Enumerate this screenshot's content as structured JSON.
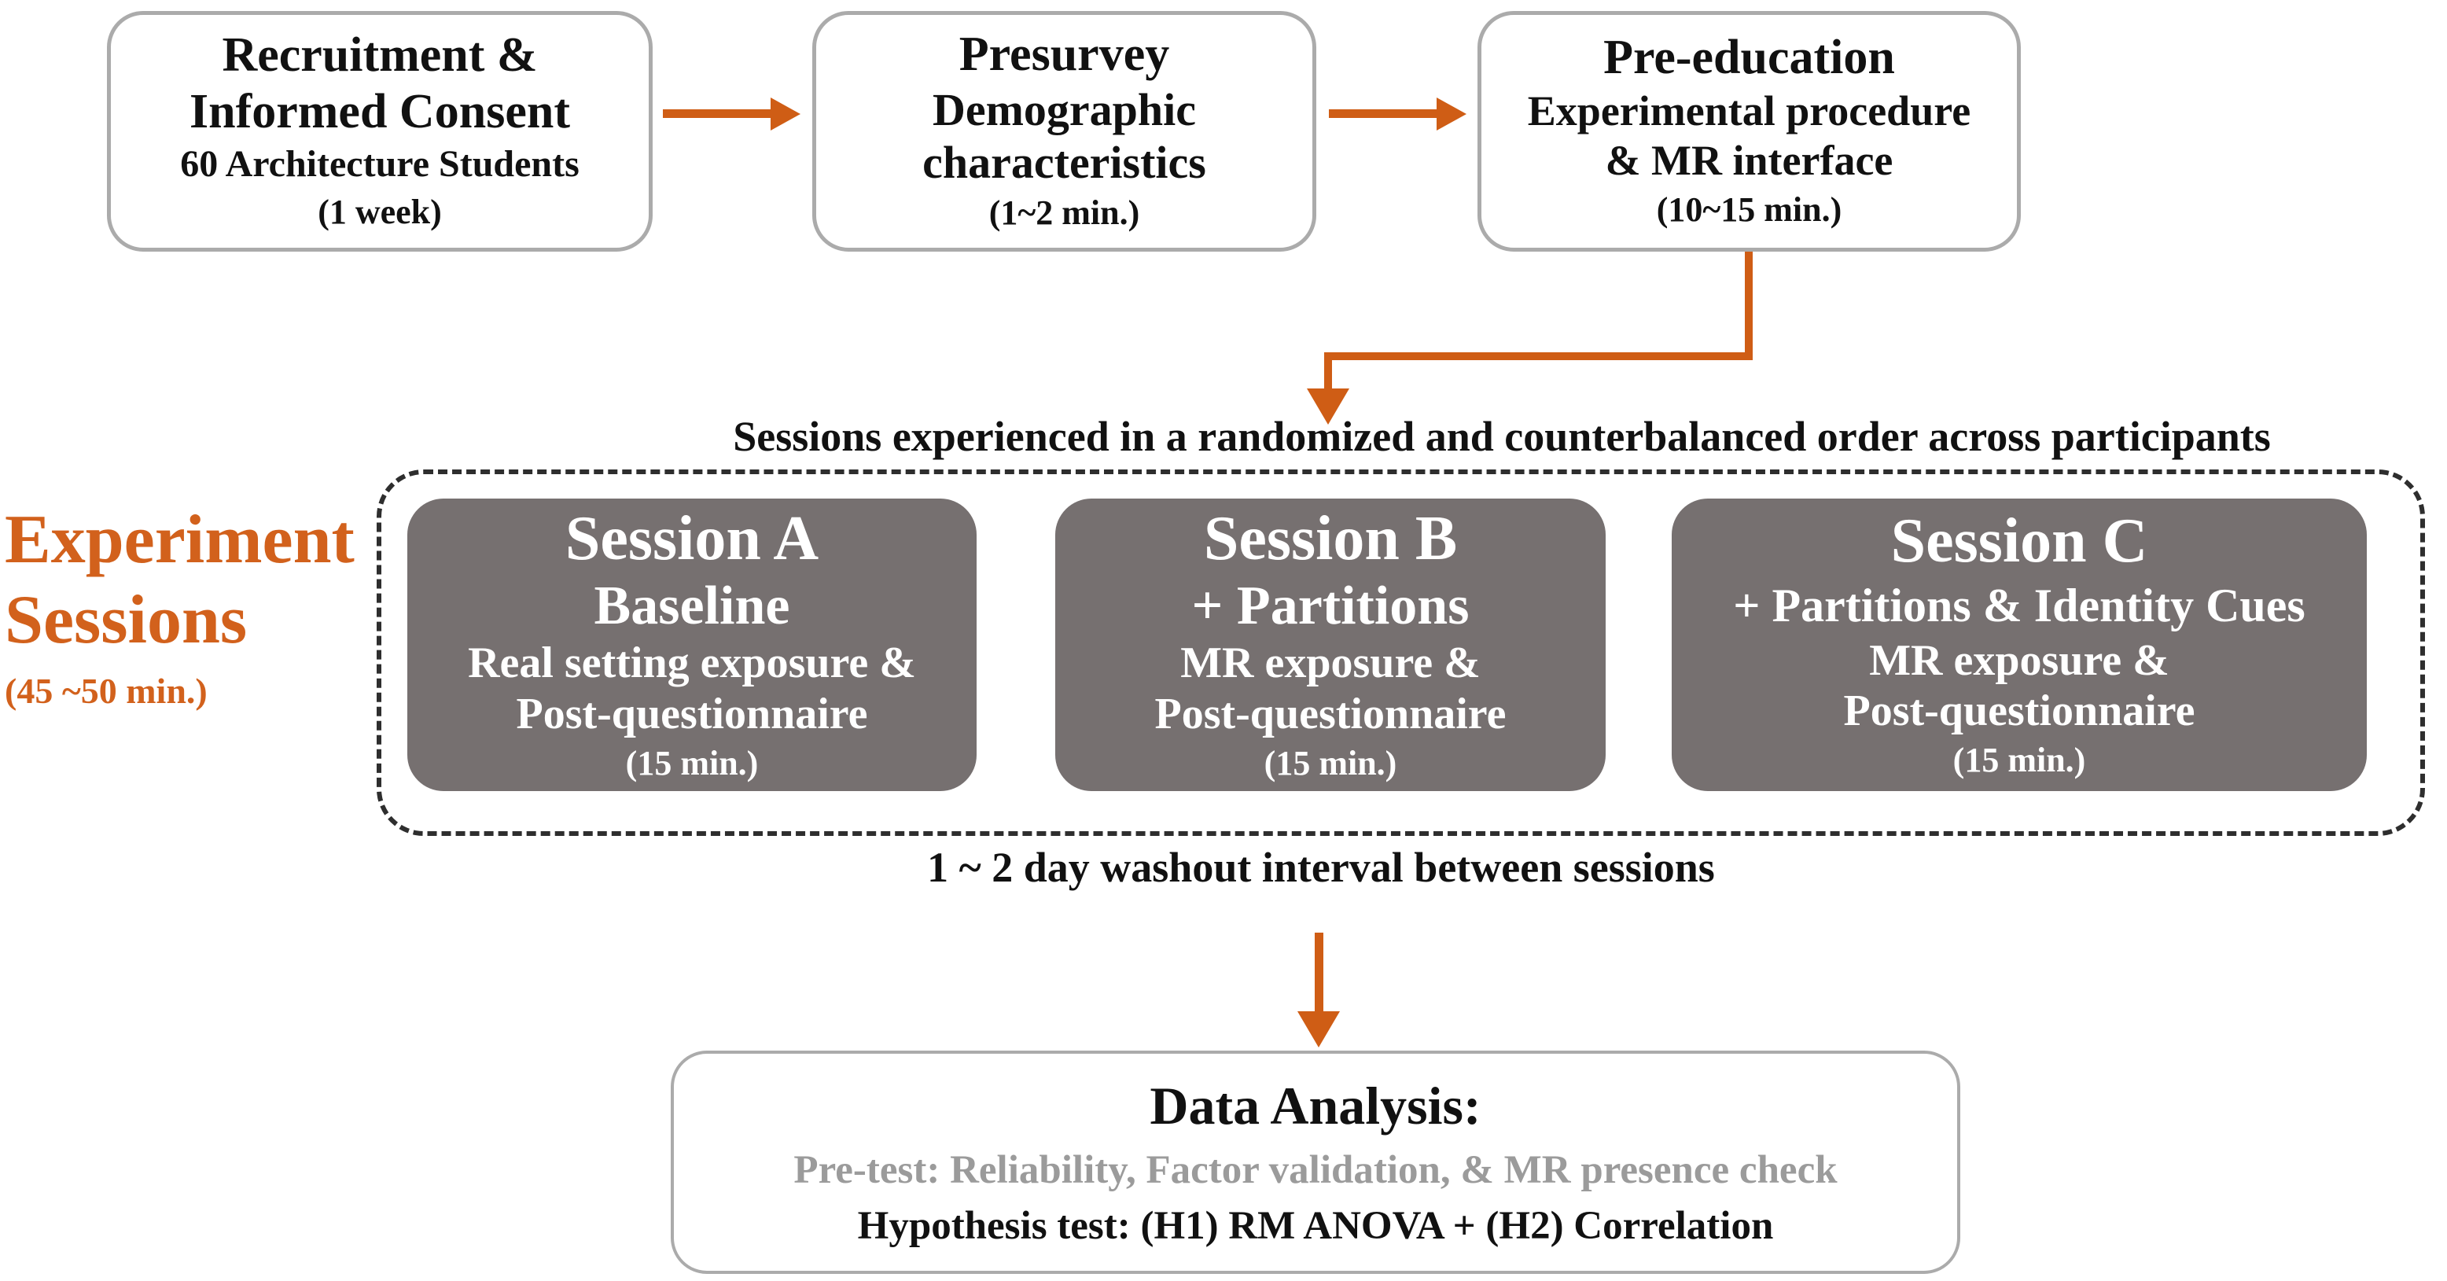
{
  "colors": {
    "accent_orange": "#cf5d15",
    "label_orange": "#d2611c",
    "session_box_bg": "#767070",
    "box_border_gray": "#ababab",
    "dashed_border": "#2e2e2e",
    "pretest_text_gray": "#9b9b9b",
    "text_black": "#111111"
  },
  "top_row": {
    "boxes": [
      {
        "title_lines": [
          "Recruitment &",
          "Informed Consent"
        ],
        "detail_lines": [
          "60 Architecture Students"
        ],
        "duration": "(1 week)"
      },
      {
        "title_lines": [
          "Presurvey"
        ],
        "detail_lines": [
          "Demographic",
          "characteristics"
        ],
        "duration": "(1~2 min.)"
      },
      {
        "title_lines": [
          "Pre-education"
        ],
        "detail_lines": [
          "Experimental procedure",
          "& MR interface"
        ],
        "duration": "(10~15 min.)"
      }
    ]
  },
  "randomization_note": "Sessions experienced in a randomized and counterbalanced order across participants",
  "experiment_sessions_label": {
    "title_lines": [
      "Experiment",
      "Sessions"
    ],
    "duration": "(45 ~50 min.)"
  },
  "sessions": [
    {
      "name": "Session A",
      "condition": "Baseline",
      "detail_lines": [
        "Real setting exposure &",
        "Post-questionnaire"
      ],
      "duration": "(15 min.)"
    },
    {
      "name": "Session B",
      "condition": "+ Partitions",
      "detail_lines": [
        "MR exposure &",
        "Post-questionnaire"
      ],
      "duration": "(15 min.)"
    },
    {
      "name": "Session C",
      "condition": "+ Partitions & Identity Cues",
      "detail_lines": [
        "MR exposure &",
        "Post-questionnaire"
      ],
      "duration": "(15 min.)"
    }
  ],
  "washout_note": "1 ~ 2 day washout interval between sessions",
  "data_analysis": {
    "title": "Data Analysis:",
    "pretest_line": "Pre-test: Reliability, Factor validation, & MR presence check",
    "hypothesis_line": "Hypothesis test: (H1) RM ANOVA + (H2) Correlation"
  },
  "connectors": {
    "recruitment_to_presurvey": "right-arrow",
    "presurvey_to_preeducation": "right-arrow",
    "preeducation_to_sessions": "elbow-down-arrow",
    "sessions_to_analysis": "down-arrow"
  }
}
